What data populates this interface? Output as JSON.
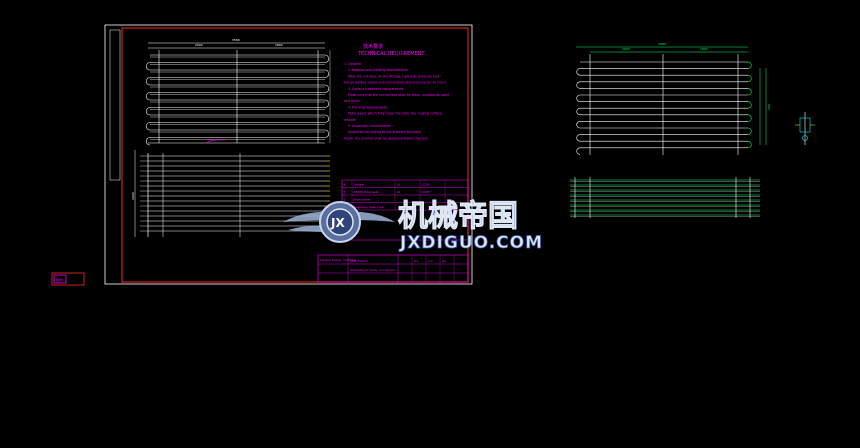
{
  "drawing": {
    "sheet_label": "图纸1",
    "dim_total": "3580",
    "dim_seg_a": "2000",
    "dim_seg_b": "1800",
    "dim_right": "3580",
    "dim_right_a": "2000",
    "dim_right_b": "1800",
    "dim_side": "500",
    "side_label": "2000"
  },
  "requirements": {
    "heading": "技术要求",
    "title": "TECHNICAL REQUIREMENT",
    "items": [
      "1. General",
      "2. Material and welding requirements",
      "After the coil pipe, all the fittings, hydraulic pressure test",
      "For all welded seams and connections the pressure for 10 hours",
      "3. Surface treatment requirements",
      "Make sure that the coil surface shall be clean, suitable for paint",
      "and finish",
      "4. Painting requirements",
      "Paint layers which fully cover the coils; the coating surface",
      "smooth",
      "5. Inspection requirements",
      "Inspection according to the relevant standard",
      "Finish: the product shall be approved before delivery"
    ]
  },
  "parts_table": {
    "rows": [
      [
        "4",
        "Hanger",
        "16",
        "Q235",
        ""
      ],
      [
        "3",
        "A3030 Tube seat",
        "16",
        "Q235",
        ""
      ],
      [
        "2",
        "Steel sheet",
        "",
        "",
        ""
      ],
      [
        "1",
        "Seamless steel pipe",
        "",
        "",
        ""
      ]
    ]
  },
  "title_block": {
    "company": "JIXIE DIGUO",
    "drawing_name": "Assembly of Spray Condenser",
    "org": "Jiangsu Design Institute",
    "cells": [
      "S.1",
      "1:5",
      "A1"
    ]
  },
  "watermark": {
    "cn": "机械帝国",
    "en": "JXDIGUO.COM",
    "badge": "JX"
  },
  "colors": {
    "frame": "#cc2222",
    "white_line": "#ffffff",
    "green": "#00ff66",
    "cyan": "#00e5ff",
    "magenta": "#ff00ff",
    "yellow": "#ffff00",
    "wm_blue": "#3b63b8"
  }
}
